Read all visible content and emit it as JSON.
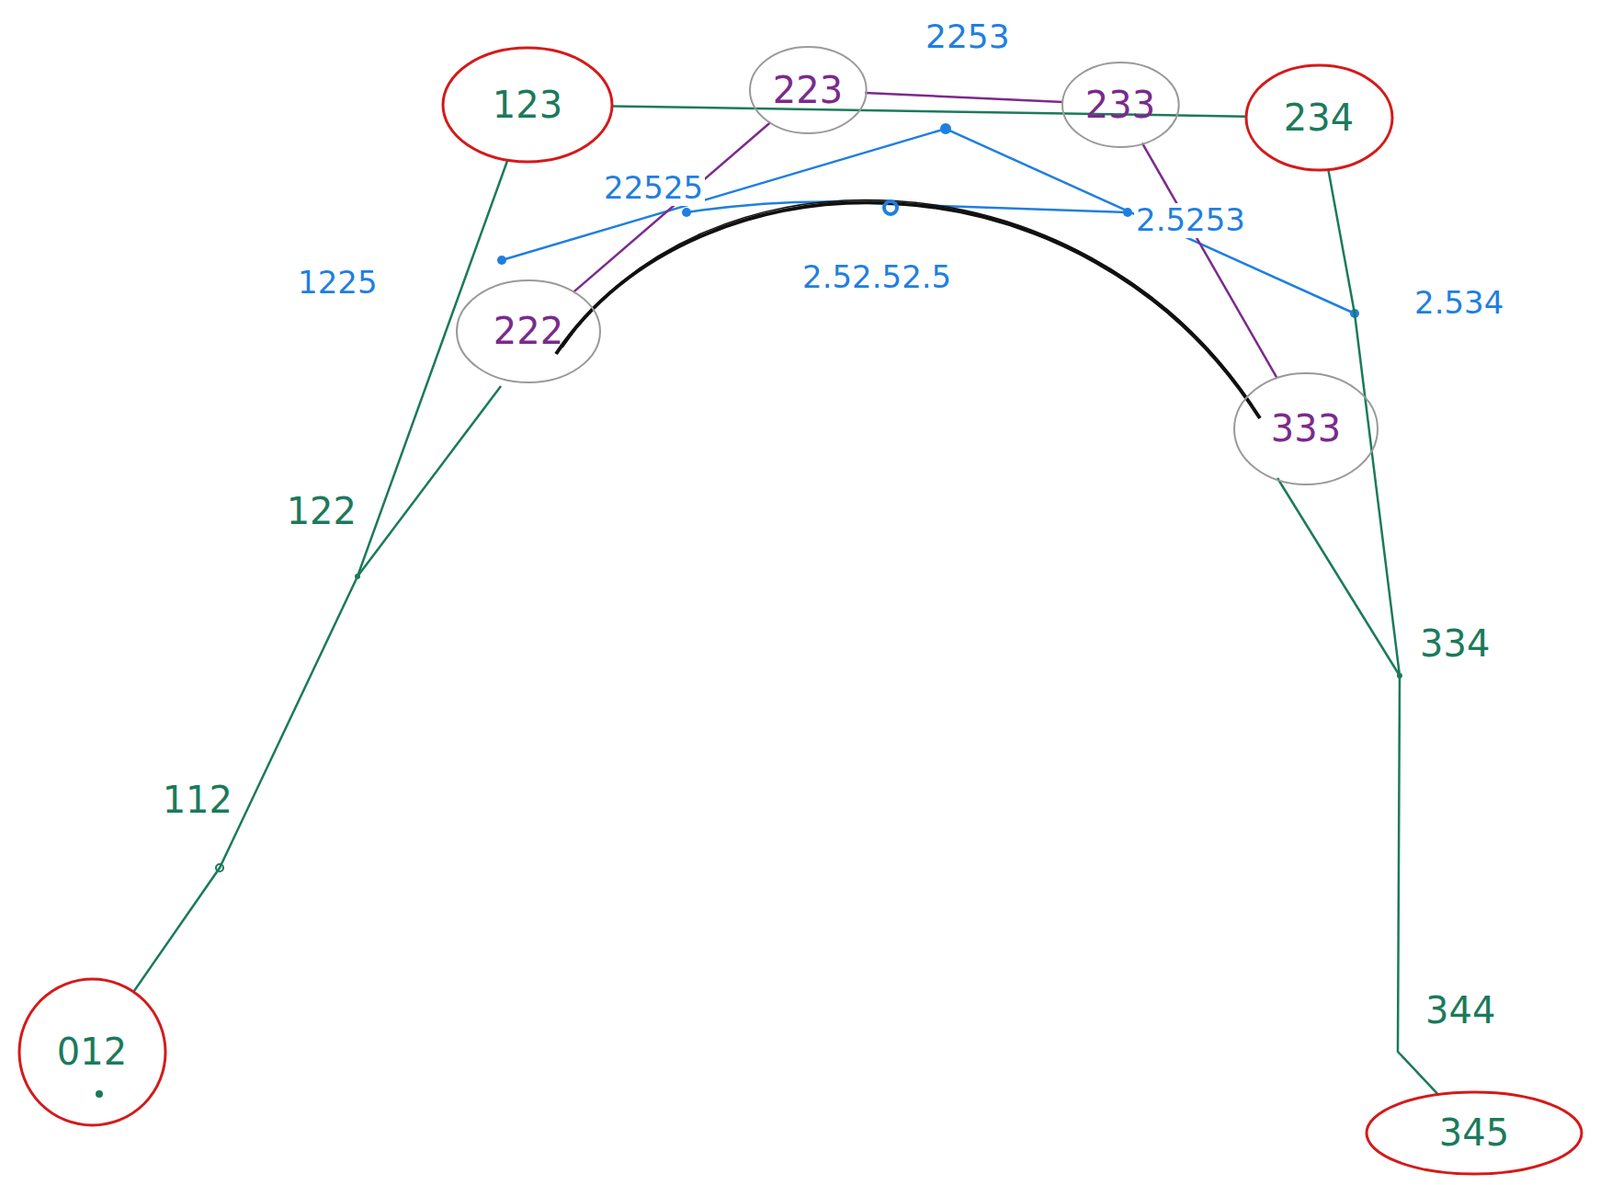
{
  "diagram": {
    "nodes": [
      {
        "text": [
          "012"
        ]
      },
      {
        "text": [
          "123"
        ]
      },
      {
        "text": [
          "223"
        ]
      },
      {
        "text": [
          "233"
        ]
      },
      {
        "text": [
          "234"
        ]
      },
      {
        "text": [
          "222"
        ]
      },
      {
        "text": [
          "333"
        ]
      },
      {
        "text": [
          "345"
        ]
      }
    ],
    "edges": [
      {
        "from": 0,
        "to": 1,
        "arrow": "none"
      },
      {
        "from": 1,
        "to": 4,
        "arrow": "none"
      },
      {
        "from": 4,
        "to": 7,
        "arrow": "none"
      },
      {
        "from": 5,
        "to": 2,
        "arrow": "none"
      },
      {
        "from": 2,
        "to": 3,
        "arrow": "none"
      },
      {
        "from": 3,
        "to": 6,
        "arrow": "none"
      }
    ],
    "labels": [
      "112",
      "122",
      "1225",
      "22525",
      "2253",
      "2.5253",
      "2.534",
      "2.52.52.5",
      "334",
      "344"
    ]
  }
}
